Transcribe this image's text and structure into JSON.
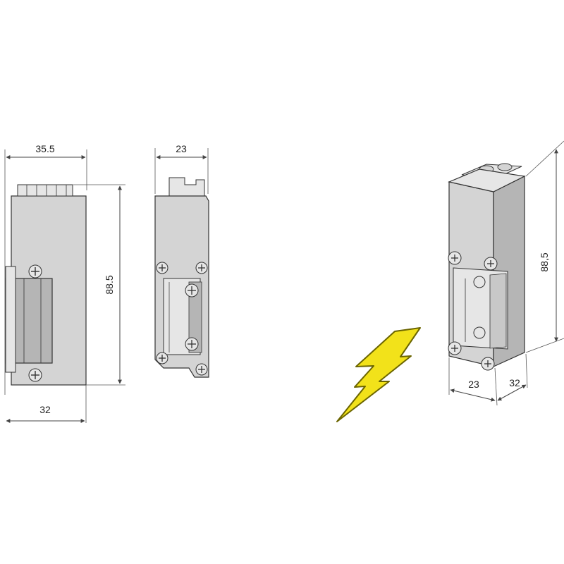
{
  "colors": {
    "body_fill": "#d4d4d4",
    "body_fill_dark": "#b5b5b5",
    "body_fill_light": "#e6e6e6",
    "outline": "#333333",
    "dim_line": "#444444",
    "bolt_fill": "#f2e21a",
    "bolt_stroke": "#6b6500"
  },
  "icons": {
    "bolt": "lightning-bolt-icon",
    "screw": "phillips-screw-icon"
  },
  "front_view": {
    "top_width_label": "35.5",
    "height_label": "88.5",
    "bottom_width_label": "32"
  },
  "side_view": {
    "width_label": "23"
  },
  "iso_view": {
    "height_label": "88,5",
    "depth_label": "23",
    "width_label": "32"
  }
}
